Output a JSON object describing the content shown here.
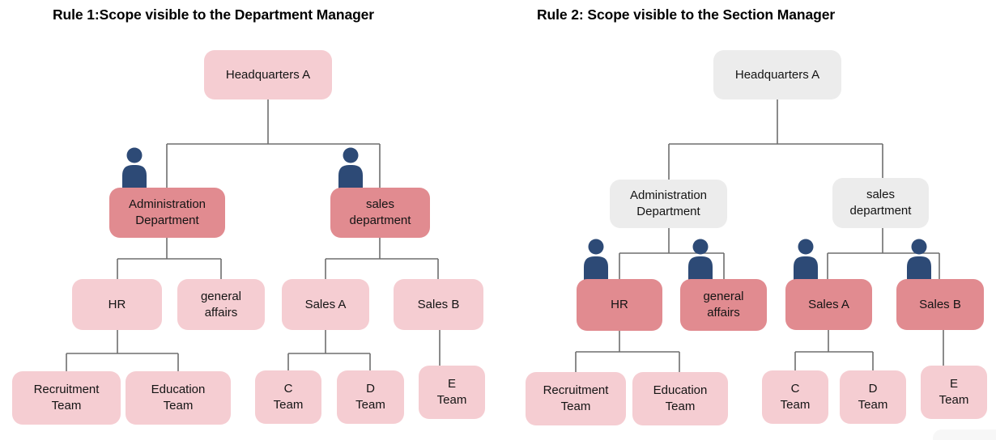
{
  "colors": {
    "bg": "#ffffff",
    "node-light": "#f5cdd2",
    "node-highlight": "#e18b90",
    "node-muted": "#ececec",
    "person": "#2d4a76",
    "line": "#6e6e6e",
    "text": "#141414",
    "title": "#000000"
  },
  "diagrams": [
    {
      "title": "Rule 1:Scope visible to the Department Manager",
      "nodes": {
        "hq": {
          "label": "Headquarters A"
        },
        "admin": {
          "label": "Administration\nDepartment"
        },
        "sales": {
          "label": "sales\ndepartment"
        },
        "hr": {
          "label": "HR"
        },
        "general_affairs": {
          "label": "general\naffairs"
        },
        "sales_a": {
          "label": "Sales A"
        },
        "sales_b": {
          "label": "Sales B"
        },
        "recruitment": {
          "label": "Recruitment\nTeam"
        },
        "education": {
          "label": "Education\nTeam"
        },
        "c_team": {
          "label": "C\nTeam"
        },
        "d_team": {
          "label": "D\nTeam"
        },
        "e_team": {
          "label": "E\nTeam"
        }
      },
      "highlighted_nodes": [
        "Administration Department",
        "sales department"
      ],
      "manager_icons_on": [
        "Administration Department",
        "sales department"
      ]
    },
    {
      "title": "Rule 2: Scope visible to the Section Manager",
      "nodes": {
        "hq": {
          "label": "Headquarters A"
        },
        "admin": {
          "label": "Administration\nDepartment"
        },
        "sales": {
          "label": "sales\ndepartment"
        },
        "hr": {
          "label": "HR"
        },
        "general_affairs": {
          "label": "general\naffairs"
        },
        "sales_a": {
          "label": "Sales A"
        },
        "sales_b": {
          "label": "Sales B"
        },
        "recruitment": {
          "label": "Recruitment\nTeam"
        },
        "education": {
          "label": "Education\nTeam"
        },
        "c_team": {
          "label": "C\nTeam"
        },
        "d_team": {
          "label": "D\nTeam"
        },
        "e_team": {
          "label": "E\nTeam"
        }
      },
      "highlighted_nodes": [
        "HR",
        "general affairs",
        "Sales A",
        "Sales B"
      ],
      "manager_icons_on": [
        "HR",
        "general affairs",
        "Sales A",
        "Sales B"
      ]
    }
  ]
}
